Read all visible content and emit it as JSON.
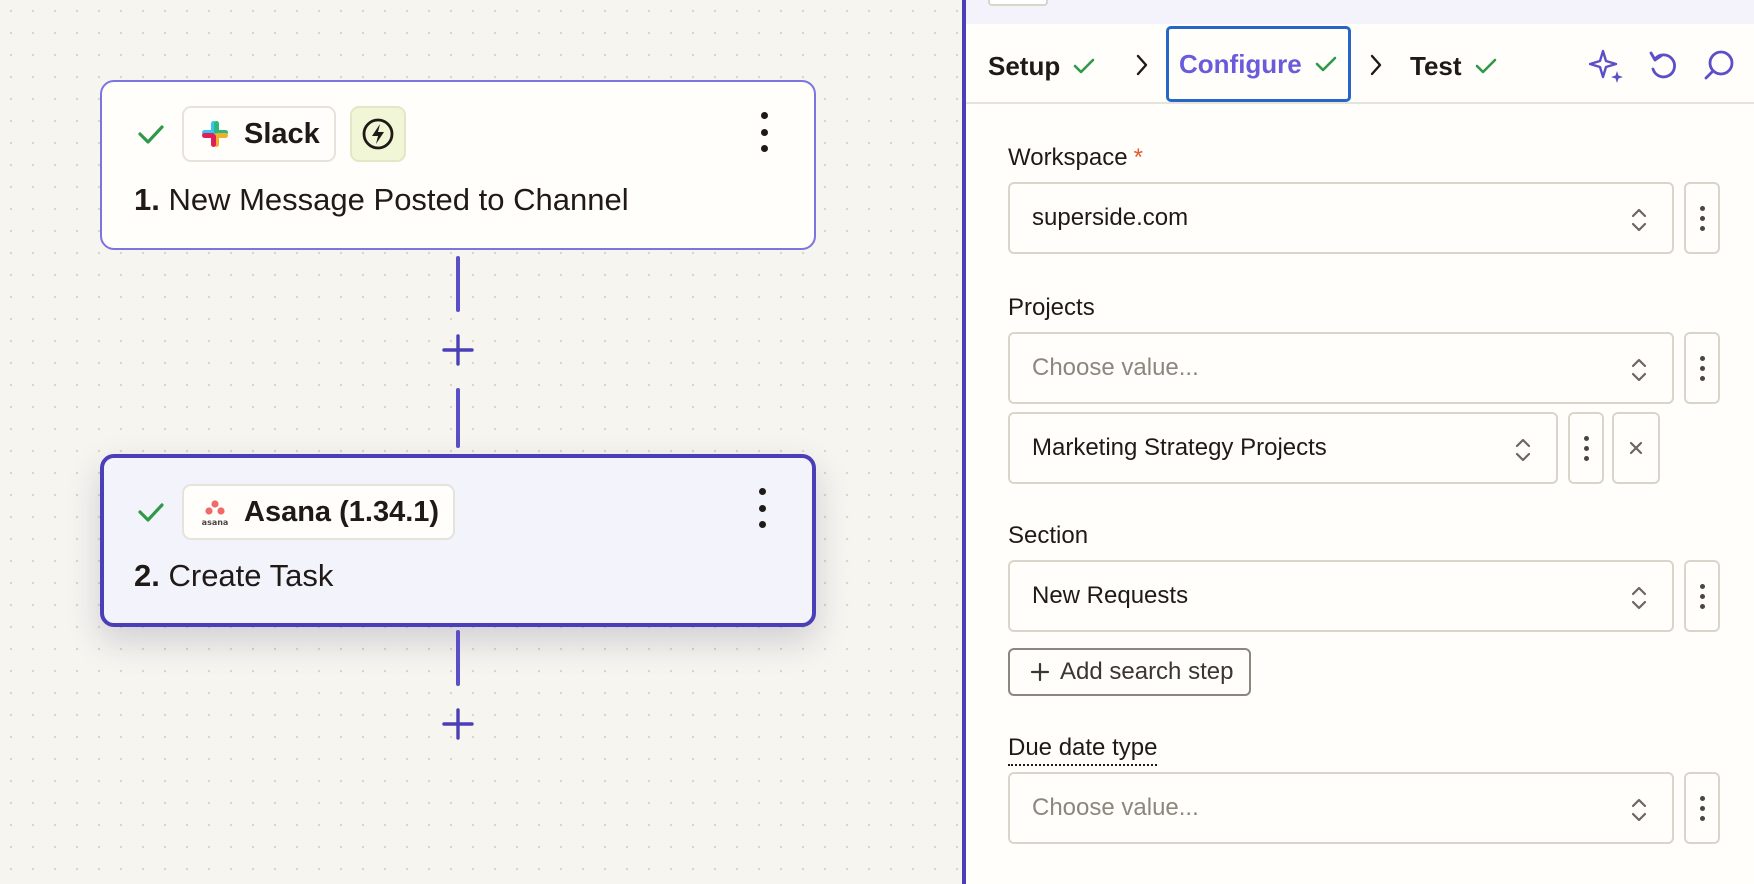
{
  "canvas": {
    "trigger": {
      "app_name": "Slack",
      "step_number": "1.",
      "step_title": "New Message Posted to Channel"
    },
    "action": {
      "app_name": "Asana (1.34.1)",
      "step_number": "2.",
      "step_title": "Create Task"
    }
  },
  "panel": {
    "tabs": [
      {
        "label": "Setup",
        "status": "complete"
      },
      {
        "label": "Configure",
        "status": "complete",
        "active": true
      },
      {
        "label": "Test",
        "status": "complete"
      }
    ],
    "fields": {
      "workspace": {
        "label": "Workspace",
        "required_mark": "*",
        "value": "superside.com"
      },
      "projects": {
        "label": "Projects",
        "placeholder": "Choose value...",
        "selected_item": "Marketing Strategy Projects"
      },
      "section": {
        "label": "Section",
        "value": "New Requests"
      },
      "add_search_step": "Add search step",
      "due_date_type": {
        "label": "Due date type",
        "placeholder": "Choose value..."
      }
    }
  },
  "colors": {
    "accent": "#4b3fb8",
    "active_tab_text": "#6a5bdc",
    "active_tab_border": "#2765c9",
    "check": "#2e9a49",
    "required": "#e05a2b"
  },
  "icons": [
    "check-icon",
    "slack-logo-icon",
    "bolt-icon",
    "kebab-icon",
    "asana-logo-icon",
    "plus-icon",
    "chevron-right-icon",
    "sparkle-icon",
    "undo-icon",
    "comment-icon",
    "updown-icon",
    "close-icon"
  ]
}
